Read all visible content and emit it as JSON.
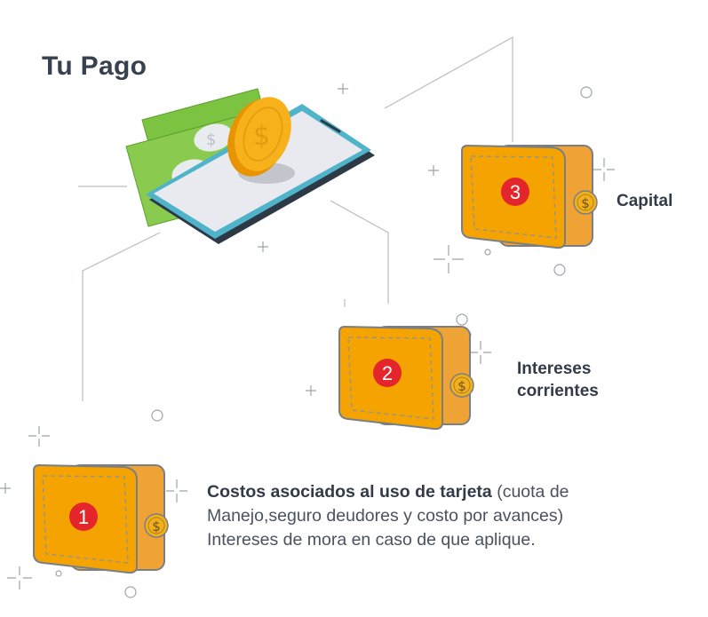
{
  "title": "Tu Pago",
  "accent": "#f5a300",
  "badge_color": "#e4252b",
  "wallets": [
    {
      "number": "1",
      "label": ""
    },
    {
      "number": "2",
      "label": "Intereses corrientes"
    },
    {
      "number": "3",
      "label": "Capital"
    }
  ],
  "labels": {
    "capital": "Capital",
    "intereses_line1": "Intereses",
    "intereses_line2": "corrientes"
  },
  "description": {
    "bold": "Costos asociados al uso de tarjeta",
    "rest_line1": " (cuota de",
    "line2": "Manejo,seguro deudores y costo por avances)",
    "line3": "Intereses de mora en caso de que aplique."
  }
}
